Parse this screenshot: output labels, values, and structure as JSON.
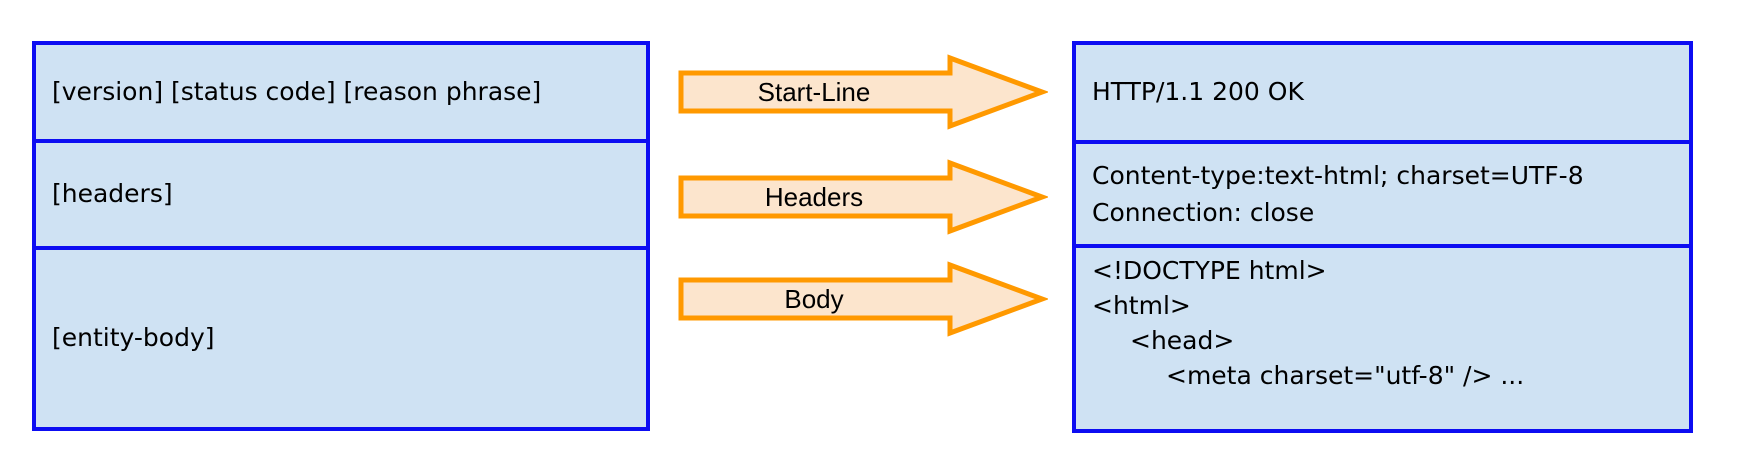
{
  "colors": {
    "box_fill": "#cfe2f3",
    "box_border": "#0d0df2",
    "arrow_fill": "#fce5cd",
    "arrow_border": "#ff9900",
    "text": "#000000"
  },
  "left_box": {
    "rows": [
      "[version] [status code] [reason phrase]",
      "[headers]",
      "[entity-body]"
    ]
  },
  "arrows": [
    {
      "label": "Start-Line"
    },
    {
      "label": "Headers"
    },
    {
      "label": "Body"
    }
  ],
  "right_box": {
    "rows": [
      {
        "lines": [
          "HTTP/1.1 200 OK"
        ]
      },
      {
        "lines": [
          "Content-type:text-html; charset=UTF-8",
          "Connection: close"
        ]
      },
      {
        "lines": [
          "<!DOCTYPE html>",
          "<html>",
          "<head>",
          "<meta charset=\"utf-8\" /> ..."
        ]
      }
    ]
  }
}
